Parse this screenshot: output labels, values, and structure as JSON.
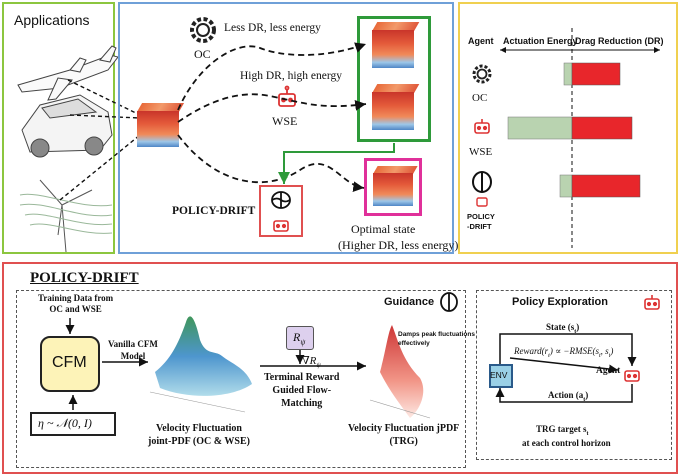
{
  "top_left": {
    "title": "Applications"
  },
  "top_middle": {
    "oc_arrow_label": "Less DR, less energy",
    "oc_label": "OC",
    "wse_arrow_label": "High DR, high energy",
    "wse_label": "WSE",
    "policy_drift_label": "POLICY-DRIFT",
    "optimal_label": "Optimal state",
    "optimal_sub": "(Higher DR, less energy)"
  },
  "top_right": {
    "agent_header": "Agent",
    "energy_header": "Actuation Energy",
    "dr_header": "Drag Reduction (DR)",
    "agents": [
      {
        "label": "OC"
      },
      {
        "label": "WSE"
      },
      {
        "label": "POLICY\n-DRIFT"
      }
    ]
  },
  "chart_data": {
    "type": "bar",
    "categories": [
      "OC",
      "WSE",
      "POLICY-DRIFT"
    ],
    "series": [
      {
        "name": "Actuation Energy",
        "values": [
          0.1,
          0.8,
          0.15
        ],
        "color": "#b9d3b0"
      },
      {
        "name": "Drag Reduction (DR)",
        "values": [
          0.6,
          0.75,
          0.85
        ],
        "color": "#e8262b"
      }
    ]
  },
  "bottom": {
    "title": "POLICY-DRIFT",
    "training_data": "Training Data from\nOC and WSE",
    "cfm": "CFM",
    "vanilla_cfm": "Vanilla CFM\nModel",
    "noise": "η ~ 𝒩(0, I)",
    "vel_joint": "Velocity Fluctuation\njoint-PDF (OC & WSE)",
    "r_psi": "R",
    "r_psi_sub": "ψ",
    "grad_r": "∇R",
    "grad_r_sub": "ψ",
    "terminal_reward": "Terminal Reward\nGuided Flow-\nMatching",
    "guidance": "Guidance",
    "damps": "Damps peak fluctuations\neffectively",
    "vel_trg": "Velocity Fluctuation jPDF\n(TRG)",
    "policy_exploration": "Policy Exploration",
    "state": "State (s",
    "state_sub": "t",
    "reward": "Reward(r",
    "reward_rest": ") ∝ −RMSE(s",
    "env": "ENV",
    "agent": "Agent",
    "action": "Action (a",
    "trg_target": "TRG target s",
    "trg_target2": "at each control horizon"
  },
  "colors": {
    "green_panel": "#8cc63f",
    "blue_panel": "#6fa0d8",
    "yellow_panel": "#f0d050",
    "red_panel": "#e05050",
    "dark_green": "#2e9a3a",
    "magenta": "#e0309a"
  }
}
